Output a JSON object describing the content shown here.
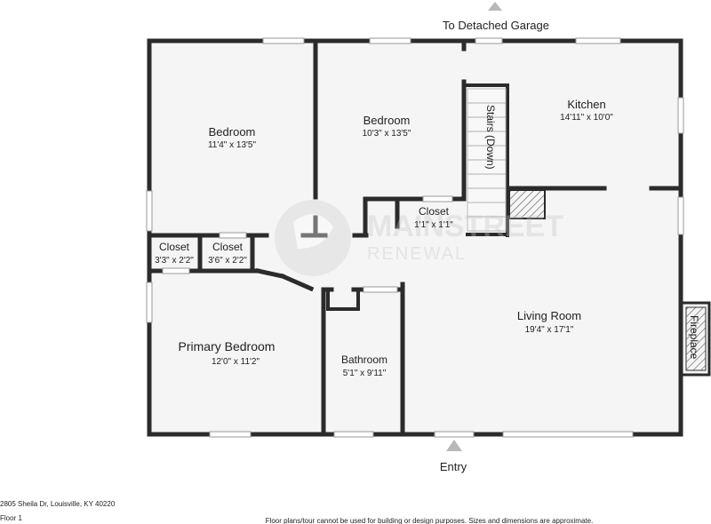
{
  "labels": {
    "garage": "To Detached Garage",
    "entry": "Entry",
    "address": "2805 Sheila Dr, Louisville, KY 40220",
    "floor": "Floor 1",
    "disclaimer": "Floor plans/tour cannot be used for building or design purposes. Sizes and dimensions are approximate.",
    "stairs": "Stairs (Down)",
    "fireplace": "Fireplace"
  },
  "watermark": {
    "line1": "MAINSTREET",
    "line2": "RENEWAL"
  },
  "rooms": [
    {
      "name": "Bedroom",
      "dims": "11'4\" x 13'5\""
    },
    {
      "name": "Bedroom",
      "dims": "10'3\" x 13'5\""
    },
    {
      "name": "Kitchen",
      "dims": "14'11\" x 10'0\""
    },
    {
      "name": "Closet",
      "dims": "3'3\" x 2'2\""
    },
    {
      "name": "Closet",
      "dims": "3'6\" x 2'2\""
    },
    {
      "name": "Closet",
      "dims": "1'1\" x 1'1\""
    },
    {
      "name": "Primary Bedroom",
      "dims": "12'0\" x 11'2\""
    },
    {
      "name": "Bathroom",
      "dims": "5'1\" x 9'11\""
    },
    {
      "name": "Living Room",
      "dims": "19'4\" x 17'1\""
    }
  ],
  "colors": {
    "wall": "#2b2b2b",
    "floor": "#f5f5f5",
    "window": "#9a9a9a",
    "arrow": "#b8b8b8"
  }
}
